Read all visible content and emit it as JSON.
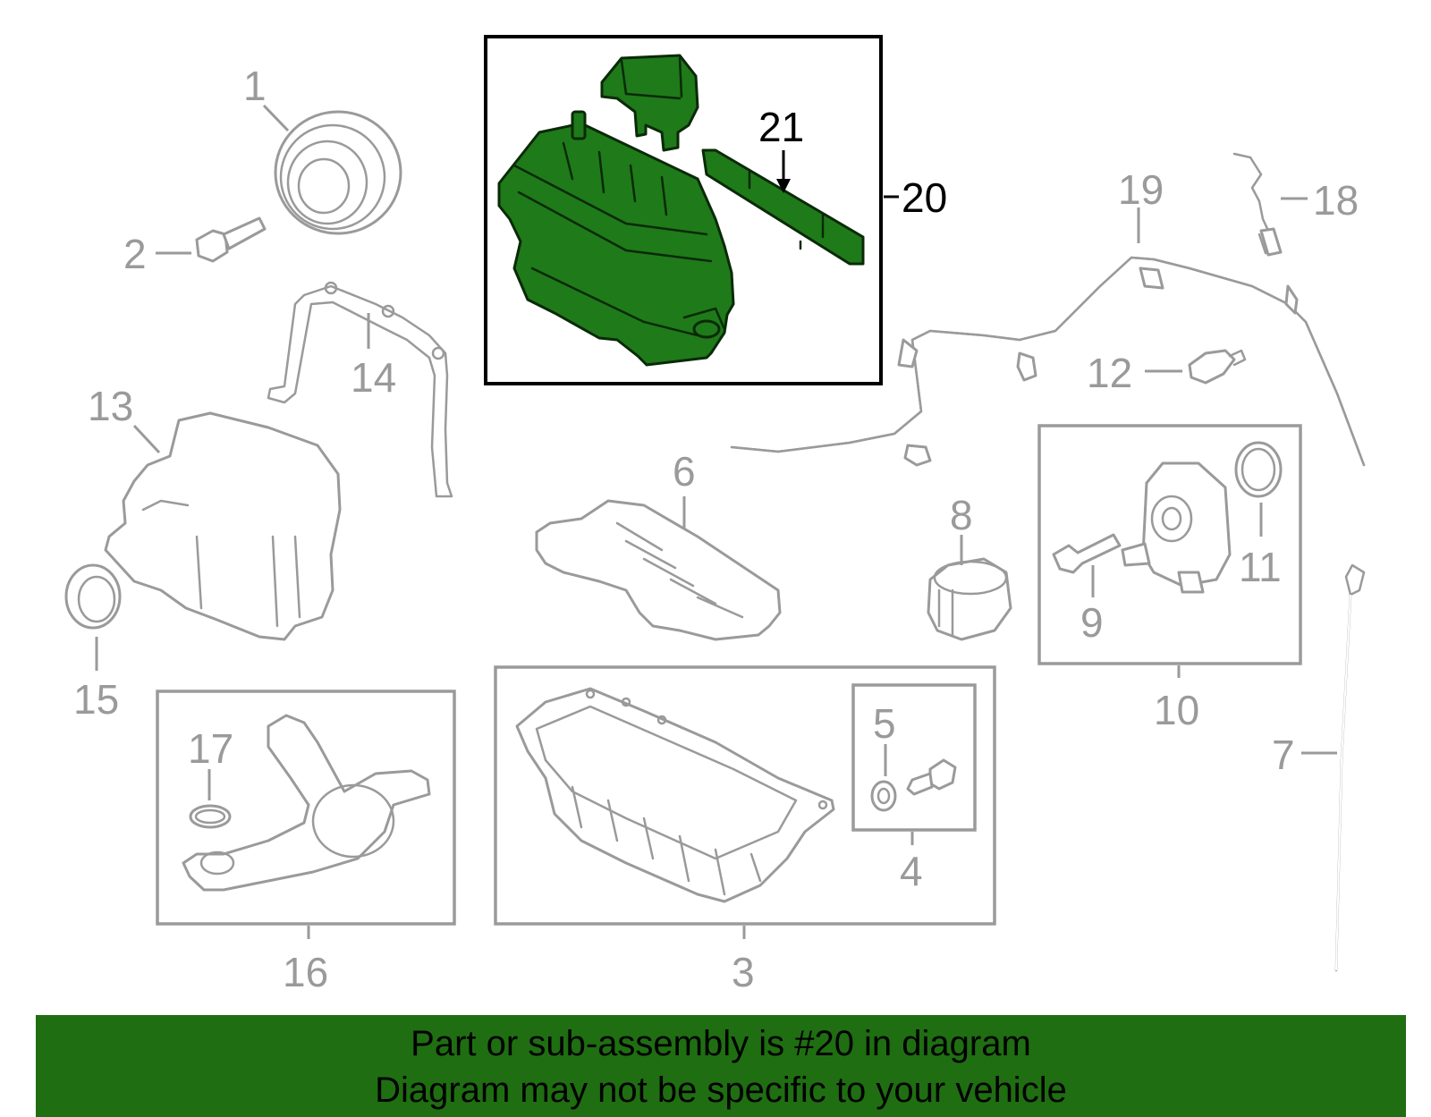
{
  "callouts": {
    "c1": "1",
    "c2": "2",
    "c3": "3",
    "c4": "4",
    "c5": "5",
    "c6": "6",
    "c7": "7",
    "c8": "8",
    "c9": "9",
    "c10": "10",
    "c11": "11",
    "c12": "12",
    "c13": "13",
    "c14": "14",
    "c15": "15",
    "c16": "16",
    "c17": "17",
    "c18": "18",
    "c19": "19",
    "c20": "20",
    "c21": "21"
  },
  "highlight": {
    "part_number": "20",
    "fill_color": "#1f7a1a",
    "outline_color": "#0a2a08"
  },
  "banner": {
    "line1": "Part or sub-assembly is #20 in diagram",
    "line2": "Diagram may not be specific to your vehicle",
    "background_color": "#1f6e12"
  },
  "colors": {
    "part_stroke": "#9a9a9a",
    "highlight_box": "#000000"
  }
}
